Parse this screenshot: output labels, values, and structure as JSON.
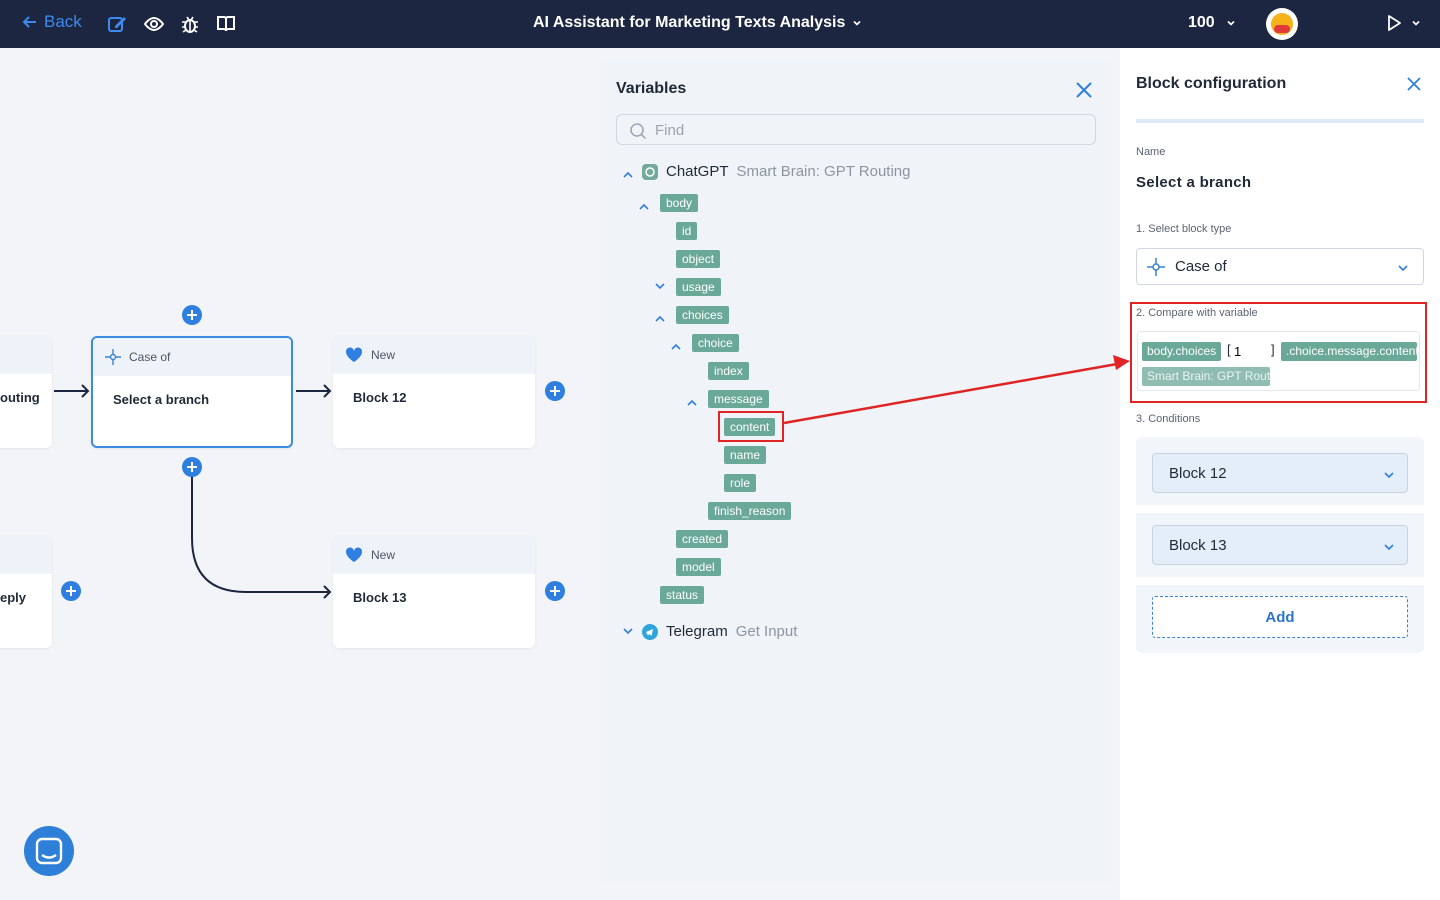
{
  "topbar": {
    "back_label": "Back",
    "title": "AI Assistant for Marketing Texts Analysis",
    "zoom": "100",
    "icons": [
      "edit-icon",
      "eye-icon",
      "bug-icon",
      "book-icon",
      "play-icon",
      "chevron-down-icon"
    ]
  },
  "canvas": {
    "nodes": {
      "routing": {
        "body": "outing"
      },
      "case_of": {
        "header": "Case of",
        "body": "Select a branch"
      },
      "block12": {
        "header": "New",
        "body": "Block 12"
      },
      "reply": {
        "body": "eply"
      },
      "block13": {
        "header": "New",
        "body": "Block 13"
      }
    }
  },
  "variables": {
    "title": "Variables",
    "search_placeholder": "Find",
    "sources": [
      {
        "name": "ChatGPT",
        "sub": "Smart Brain: GPT Routing",
        "icon": "chatgpt-icon"
      },
      {
        "name": "Telegram",
        "sub": "Get Input",
        "icon": "telegram-icon"
      }
    ],
    "tags": {
      "body": "body",
      "id": "id",
      "object": "object",
      "usage": "usage",
      "choices": "choices",
      "choice": "choice",
      "index": "index",
      "message": "message",
      "content": "content",
      "name": "name",
      "role": "role",
      "finish_reason": "finish_reason",
      "created": "created",
      "model": "model",
      "status": "status"
    }
  },
  "config": {
    "title": "Block configuration",
    "name_label": "Name",
    "name_value": "Select a branch",
    "step1_label": "1. Select block type",
    "block_type": "Case of",
    "step2_label": "2. Compare with variable",
    "compare": {
      "tag1": "body.choices",
      "open_bracket": "[",
      "index_value": "1",
      "close_bracket": "]",
      "tag2": ".choice.message.content",
      "source_tag": "Smart Brain: GPT Routi"
    },
    "step3_label": "3. Conditions",
    "conditions": [
      "Block 12",
      "Block 13"
    ],
    "add_label": "Add"
  },
  "colors": {
    "topbar": "#1c2640",
    "accent": "#2f7fe0",
    "tag": "#6aa897",
    "highlight": "#e02424"
  }
}
